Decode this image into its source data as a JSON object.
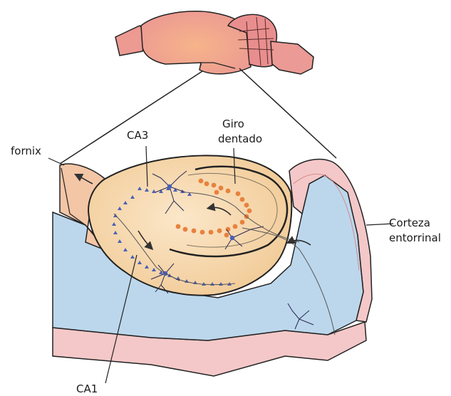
{
  "labels": {
    "fornix": "fornix",
    "ca3": "CA3",
    "giro_line1": "Giro",
    "giro_line2": "dentado",
    "corteza_line1": "Corteza",
    "corteza_line2": "entorrinal",
    "ca1": "CA1"
  },
  "colors": {
    "brain": "#ec9a92",
    "brain_core": "#f6b48a",
    "hippocampus": "#f7dcb6",
    "ventricle_blue": "#bcd7ec",
    "cortex_pink": "#f4c8c8",
    "granule_cells": "#e7823e",
    "pyramidal_cells": "#4a5fb8",
    "outline": "#1a1a1a"
  }
}
